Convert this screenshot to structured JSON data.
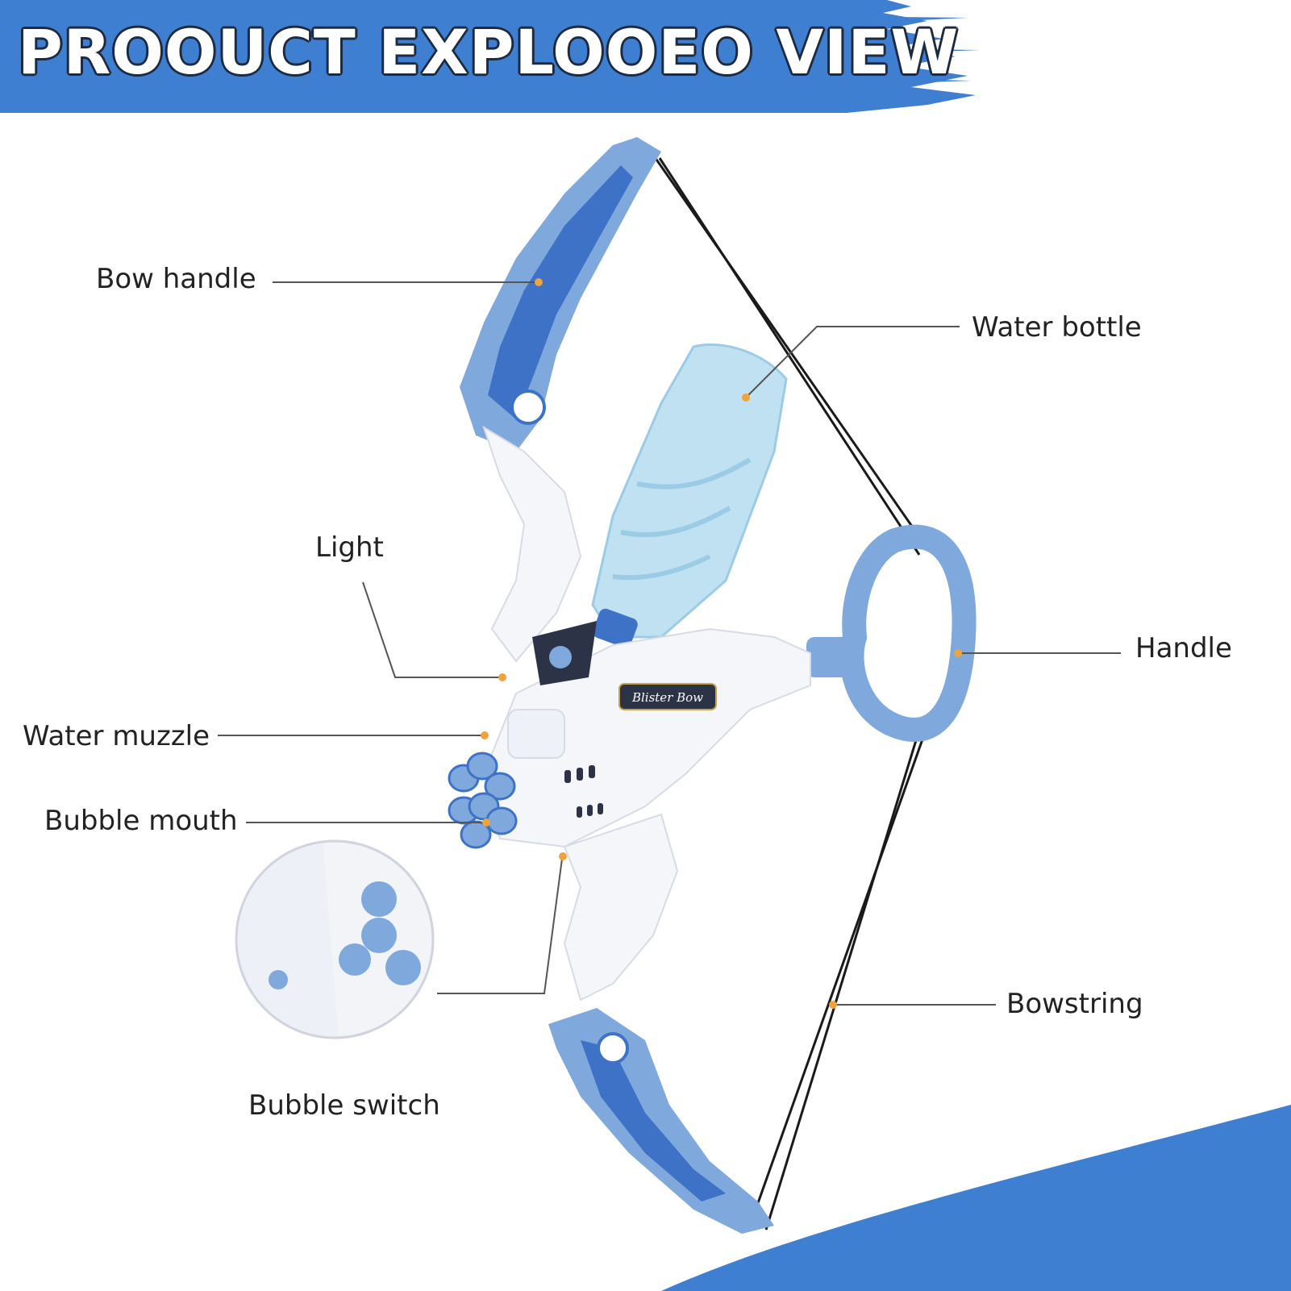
{
  "title": "PROOUCT EXPLOOEO VIEW",
  "colors": {
    "banner": "#3f7fd1",
    "bow_blue": "#7fa8dc",
    "bow_dark": "#3d72c7",
    "body_white": "#f5f6fa",
    "bottle": "#bfe1f2",
    "accent_dot": "#f0a33a",
    "string": "#1a1a1a"
  },
  "callouts": {
    "bow_handle": "Bow handle",
    "water_bottle": "Water bottle",
    "light": "Light",
    "handle": "Handle",
    "water_muzzle": "Water muzzle",
    "bubble_mouth": "Bubble mouth",
    "bubble_switch": "Bubble switch",
    "bowstring": "Bowstring"
  },
  "badge_text": "Blister Bow"
}
